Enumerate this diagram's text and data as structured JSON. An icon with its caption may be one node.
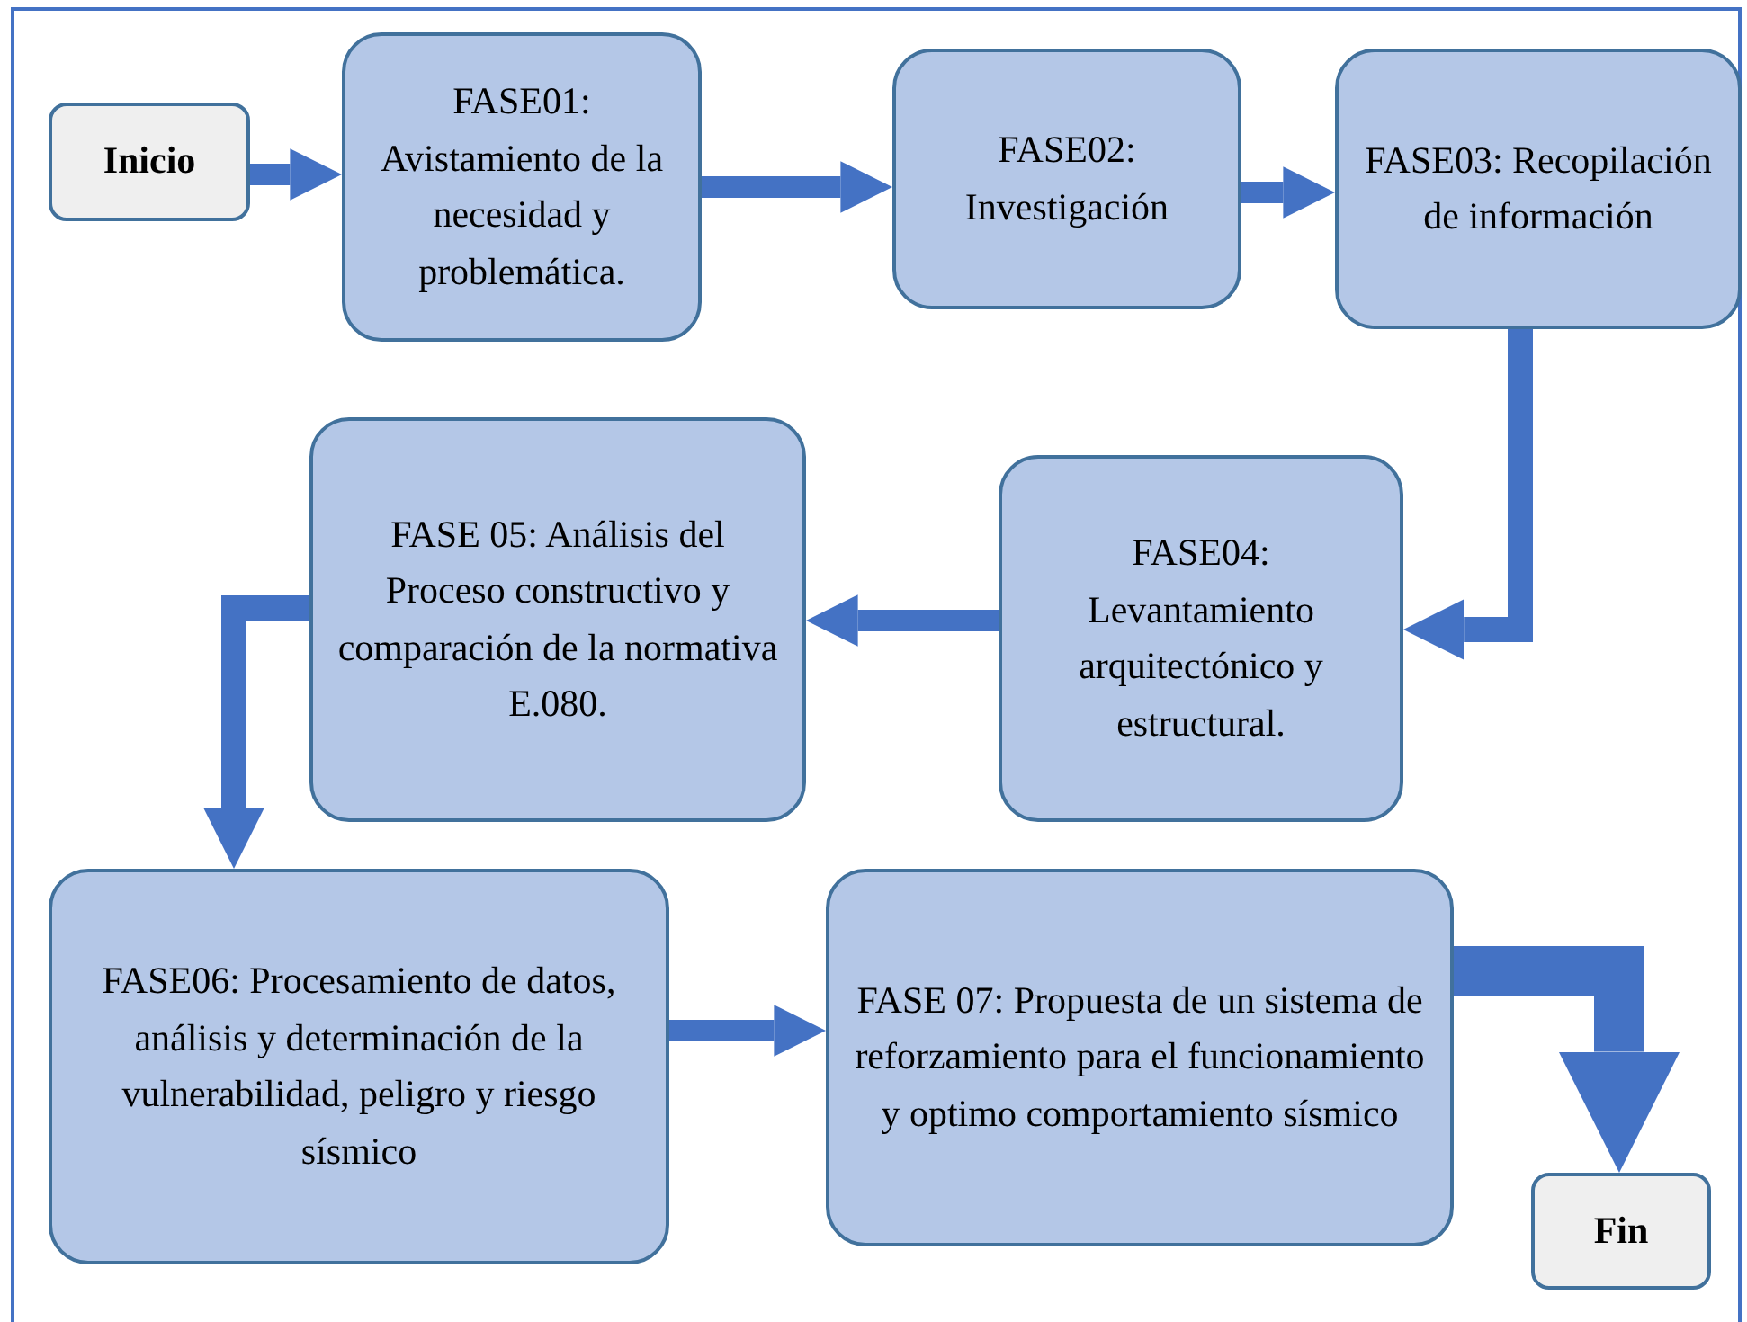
{
  "diagram": {
    "nodes": [
      {
        "text": [
          "Inicio"
        ]
      },
      {
        "text": [
          "FASE01: Avistamiento de la necesidad y problemática."
        ]
      },
      {
        "text": [
          "FASE02: Investigación"
        ]
      },
      {
        "text": [
          "FASE03: Recopilación de información"
        ]
      },
      {
        "text": [
          "FASE04: Levantamiento arquitectónico y estructural."
        ]
      },
      {
        "text": [
          "FASE 05: Análisis del Proceso constructivo y comparación de la normativa E.080."
        ]
      },
      {
        "text": [
          "FASE06: Procesamiento de datos, análisis y determinación de la vulnerabilidad, peligro y riesgo sísmico"
        ]
      },
      {
        "text": [
          "FASE 07: Propuesta de un sistema de reforzamiento para el funcionamiento y optimo comportamiento sísmico"
        ]
      },
      {
        "text": [
          "Fin"
        ]
      }
    ],
    "edges": [
      {
        "from": 0,
        "to": 1,
        "arrow": "to"
      },
      {
        "from": 1,
        "to": 2,
        "arrow": "to"
      },
      {
        "from": 2,
        "to": 3,
        "arrow": "to"
      },
      {
        "from": 3,
        "to": 4,
        "arrow": "to"
      },
      {
        "from": 4,
        "to": 5,
        "arrow": "to"
      },
      {
        "from": 5,
        "to": 6,
        "arrow": "to"
      },
      {
        "from": 6,
        "to": 7,
        "arrow": "to"
      },
      {
        "from": 7,
        "to": 8,
        "arrow": "to",
        "style": "thick"
      }
    ]
  }
}
